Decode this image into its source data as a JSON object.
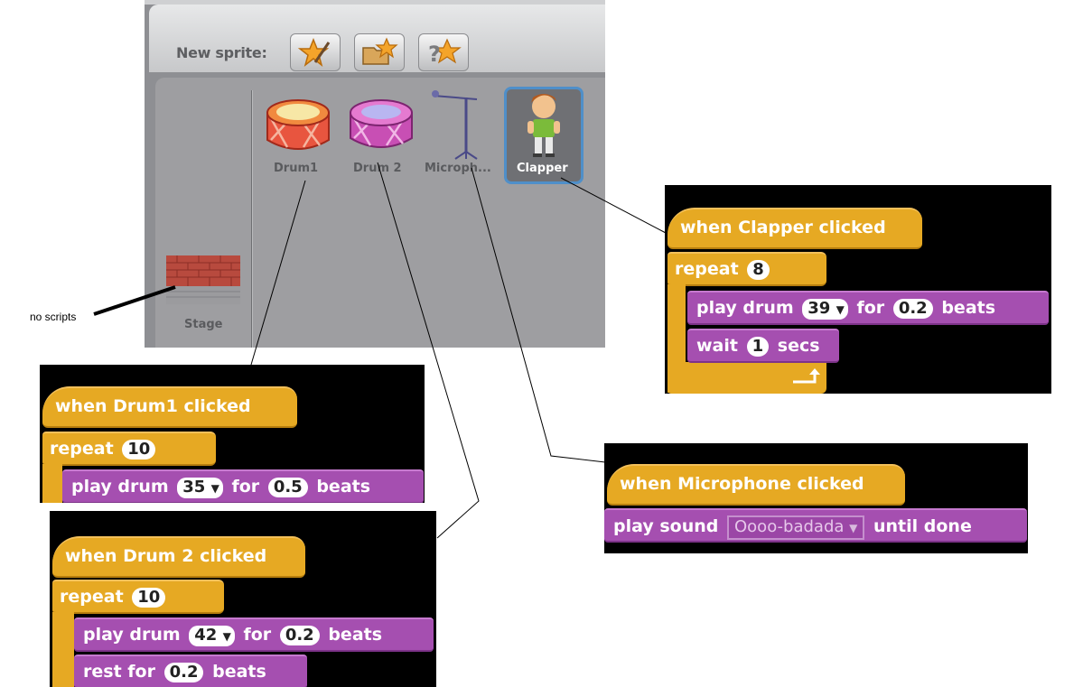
{
  "sprite_panel": {
    "new_sprite_label": "New sprite:",
    "sprites": [
      {
        "label": "Drum1"
      },
      {
        "label": "Drum 2"
      },
      {
        "label": "Microph..."
      },
      {
        "label": "Clapper",
        "selected": true
      }
    ],
    "stage_label": "Stage"
  },
  "annotation": {
    "no_scripts": "no scripts"
  },
  "scripts": {
    "clapper": {
      "hat": {
        "pre": "when",
        "name": "Clapper",
        "post": "clicked"
      },
      "repeat": {
        "label": "repeat",
        "count": "8"
      },
      "play_drum": {
        "label": "play drum",
        "drum": "39",
        "for": "for",
        "beats_value": "0.2",
        "beats": "beats"
      },
      "wait": {
        "label": "wait",
        "value": "1",
        "unit": "secs"
      }
    },
    "drum1": {
      "hat": {
        "pre": "when",
        "name": "Drum1",
        "post": "clicked"
      },
      "repeat": {
        "label": "repeat",
        "count": "10"
      },
      "play_drum": {
        "label": "play drum",
        "drum": "35",
        "for": "for",
        "beats_value": "0.5",
        "beats": "beats"
      }
    },
    "drum2": {
      "hat": {
        "pre": "when",
        "name": "Drum 2",
        "post": "clicked"
      },
      "repeat": {
        "label": "repeat",
        "count": "10"
      },
      "play_drum": {
        "label": "play drum",
        "drum": "42",
        "for": "for",
        "beats_value": "0.2",
        "beats": "beats"
      },
      "rest": {
        "label": "rest for",
        "value": "0.2",
        "unit": "beats"
      }
    },
    "microphone": {
      "hat": {
        "pre": "when",
        "name": "Microphone",
        "post": "clicked"
      },
      "play_sound": {
        "label": "play sound",
        "sound": "Oooo-badada",
        "until": "until done"
      }
    }
  },
  "colors": {
    "control": "#e6a923",
    "sound": "#a54fb0",
    "selection": "#4f8fc9"
  }
}
